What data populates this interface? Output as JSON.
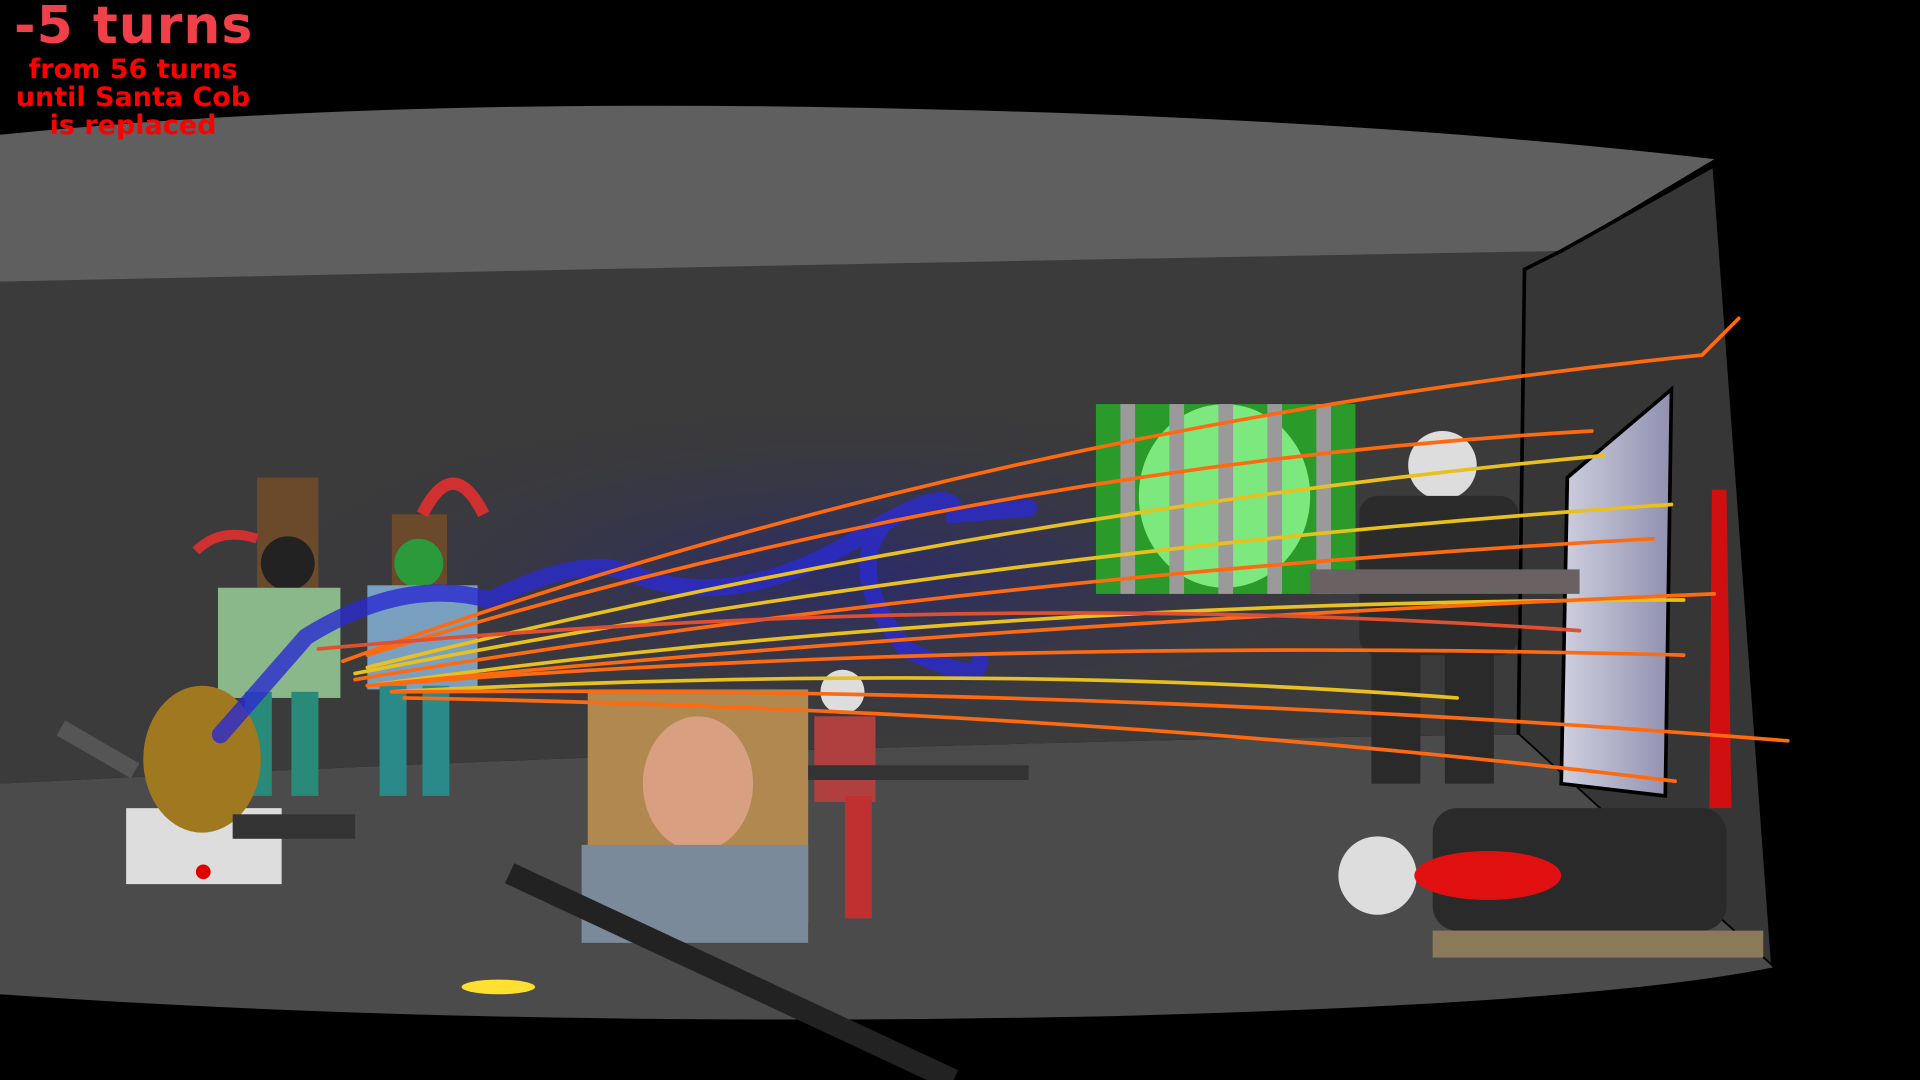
{
  "hud": {
    "turn_delta": "-5 turns",
    "line1": "from 56 turns",
    "line2": "until Santa Cob",
    "line3": "is replaced"
  },
  "colors": {
    "wall": "#3a3a3a",
    "ceiling": "#5e5e5e",
    "floor": "#4a4a4a",
    "hud_red": "#f2404a",
    "tracer_orange": "#ff6a10",
    "tracer_yellow": "#e8c020",
    "beam_blue": "#2a2ad0"
  }
}
